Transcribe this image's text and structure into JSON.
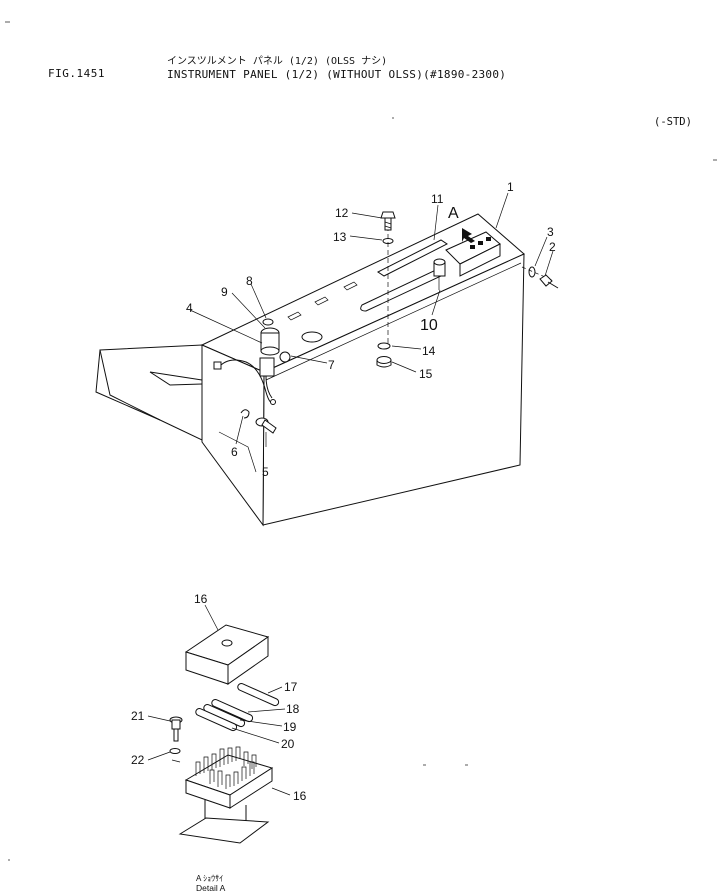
{
  "header": {
    "fig_no": "FIG.1451",
    "title_jp": "インスツルメント パネル (1/2) (OLSS ナシ)",
    "title_en": "INSTRUMENT PANEL (1/2) (WITHOUT OLSS)(#1890-2300)",
    "variant": "(-STD)"
  },
  "callouts": [
    "1",
    "2",
    "3",
    "4",
    "5",
    "6",
    "7",
    "8",
    "9",
    "10",
    "11",
    "12",
    "13",
    "14",
    "15",
    "16",
    "16",
    "17",
    "18",
    "19",
    "20",
    "21",
    "22"
  ],
  "view_label": "A",
  "detail": {
    "label_jp": "A ｼｮｳｻｲ",
    "label_en": "Detail A"
  }
}
